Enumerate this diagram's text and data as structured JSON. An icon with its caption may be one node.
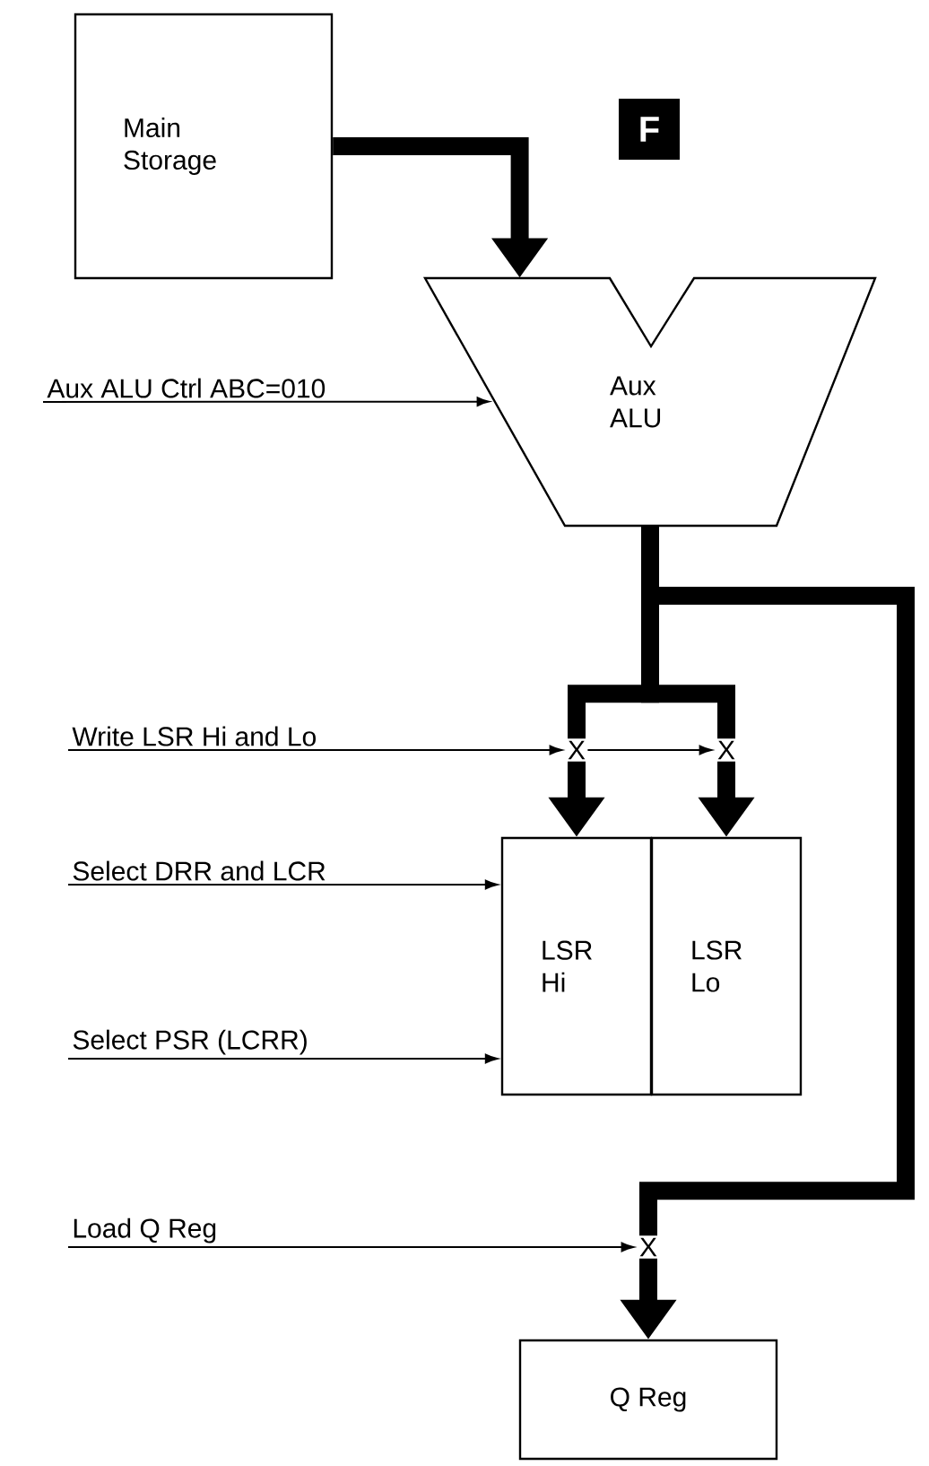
{
  "diagram": {
    "nodes": [
      {
        "text": [
          "Main Storage"
        ]
      },
      {
        "text": [
          "F"
        ]
      },
      {
        "text": [
          "Aux ALU"
        ]
      },
      {
        "text": [
          "Aux ALU Ctrl ABC=010"
        ]
      },
      {
        "text": [
          "Write LSR Hi and Lo"
        ]
      },
      {
        "text": [
          "X"
        ]
      },
      {
        "text": [
          "X"
        ]
      },
      {
        "text": [
          "Select DRR and LCR"
        ]
      },
      {
        "text": [
          "Select PSR (LCRR)"
        ]
      },
      {
        "text": [
          "LSR Hi"
        ]
      },
      {
        "text": [
          "LSR Lo"
        ]
      },
      {
        "text": [
          "Load Q Reg"
        ]
      },
      {
        "text": [
          "X"
        ]
      },
      {
        "text": [
          "Q Reg"
        ]
      }
    ],
    "edges": [
      {
        "from": 0,
        "to": 2,
        "arrow": "to"
      },
      {
        "from": 3,
        "to": 2,
        "arrow": "to"
      },
      {
        "from": 2,
        "to": 5,
        "arrow": "none"
      },
      {
        "from": 2,
        "to": 6,
        "arrow": "none"
      },
      {
        "from": 2,
        "to": 12,
        "arrow": "none"
      },
      {
        "from": 4,
        "to": 5,
        "arrow": "to"
      },
      {
        "from": 5,
        "to": 6,
        "arrow": "to"
      },
      {
        "from": 5,
        "to": 9,
        "arrow": "to"
      },
      {
        "from": 6,
        "to": 10,
        "arrow": "to"
      },
      {
        "from": 7,
        "to": 9,
        "arrow": "to"
      },
      {
        "from": 8,
        "to": 9,
        "arrow": "to"
      },
      {
        "from": 11,
        "to": 12,
        "arrow": "to"
      },
      {
        "from": 12,
        "to": 13,
        "arrow": "to"
      }
    ]
  }
}
